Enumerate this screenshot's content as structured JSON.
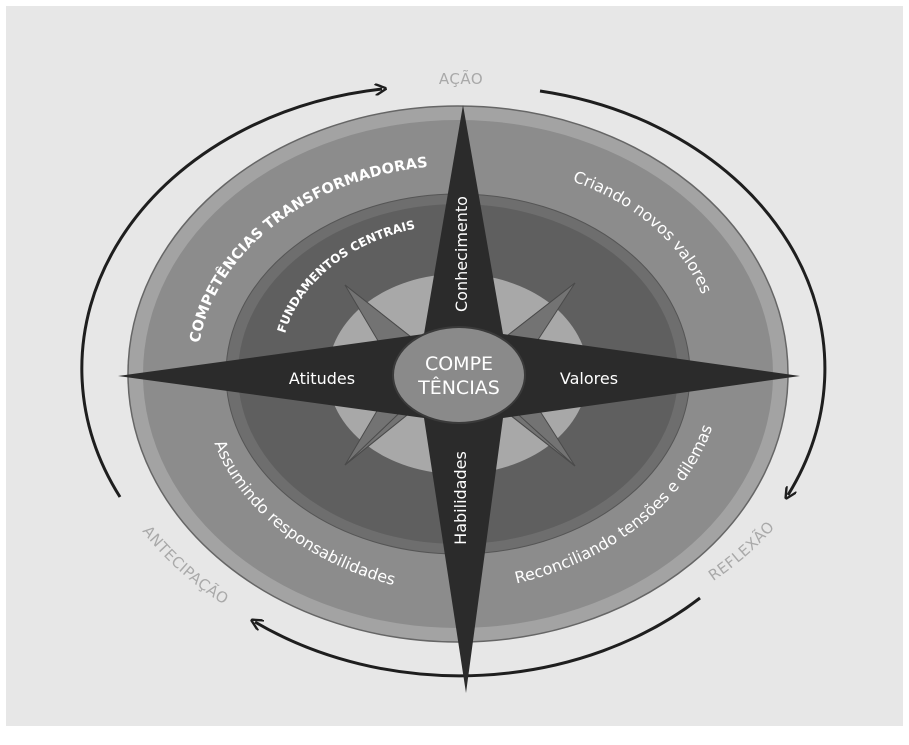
{
  "center": {
    "line1": "COMPE",
    "line2": "TÊNCIAS"
  },
  "axes": {
    "north": "Conhecimento",
    "south": "Habilidades",
    "west": "Atitudes",
    "east": "Valores"
  },
  "rings": {
    "outer": "COMPETÊNCIAS TRANSFORMADORAS",
    "inner": "FUNDAMENTOS CENTRAIS"
  },
  "quadrants": {
    "upper_right": "Criando novos valores",
    "lower_right": "Reconciliando tensões e dilemas",
    "lower_left": "Assumindo responsabilidades"
  },
  "cycle": {
    "top": "AÇÃO",
    "right": "REFLEXÃO",
    "left": "ANTECIPAÇÃO"
  },
  "colors": {
    "outer_ring": "#a3a3a3",
    "ring_2": "#8c8c8c",
    "ring_3": "#707070",
    "ring_4": "#5f5f5f",
    "inner_disc": "#a8a8a8",
    "star": "#2b2b2b",
    "center_disc": "#8a8a8a",
    "arrow": "#1e1e1e"
  }
}
